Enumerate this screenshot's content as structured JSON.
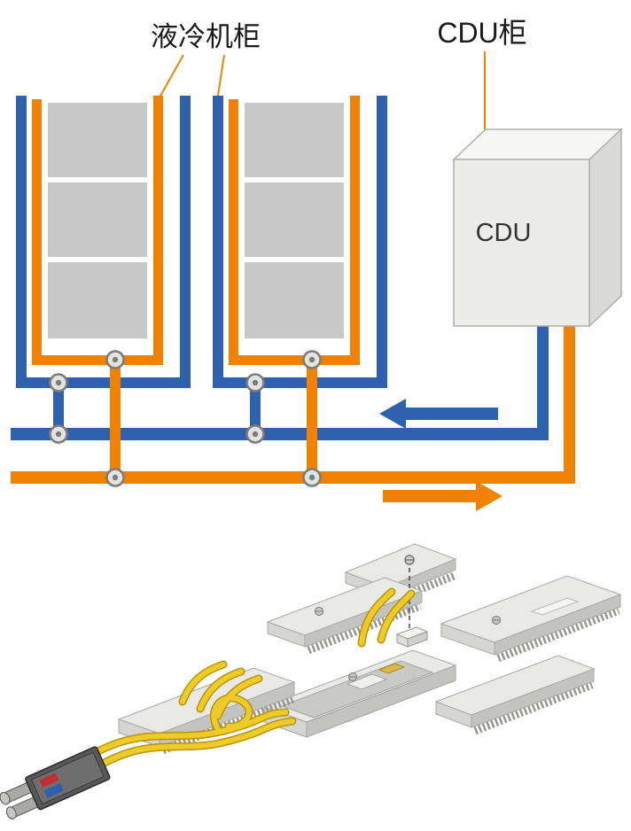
{
  "labels": {
    "cabinet_label": "液冷机柜",
    "cdu_cabinet_label": "CDU柜",
    "cdu_box_label": "CDU"
  },
  "colors": {
    "pipe_blue": "#2E62AE",
    "pipe_orange": "#F08200",
    "server_block_gray": "#C8C8C8",
    "hose_yellow": "#EFCB28",
    "hose_shadow": "#B8940A",
    "cdu_face": "#ECECEA",
    "cdu_top": "#F6F6F4",
    "cdu_side": "#DADAD8",
    "board_top": "#E9E9E7",
    "board_front": "#D5D5D3",
    "board_side": "#C3C3C1",
    "fin_gray": "#97978F",
    "valve_gray": "#7C7C7A",
    "valve_face": "#E3E3E1",
    "connector_dark": "#585858",
    "mark_red": "#C03030",
    "mark_blue": "#2B5FB0"
  }
}
